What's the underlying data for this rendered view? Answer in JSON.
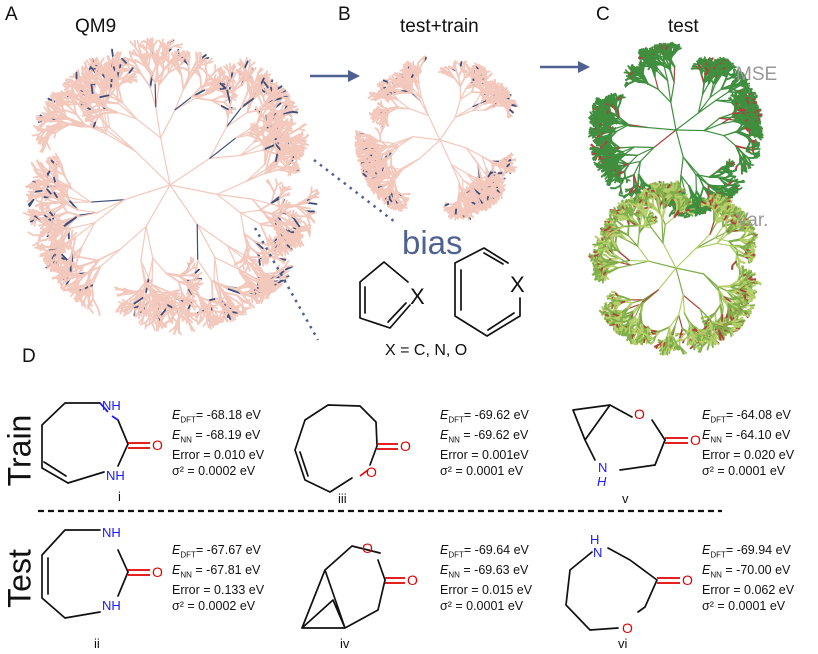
{
  "panels": {
    "a": {
      "letter": "A",
      "title": "QM9"
    },
    "b": {
      "letter": "B",
      "title": "test+train"
    },
    "c": {
      "letter": "C",
      "title": "test",
      "mse_label": "MSE",
      "var_label": "Var."
    },
    "d": {
      "letter": "D"
    }
  },
  "bias": {
    "label": "bias",
    "x_def": "X = C, N, O",
    "atom_x": "X"
  },
  "colors": {
    "tree_pink": "#f4c9bd",
    "tree_navy": "#3c4f7a",
    "arrow": "#4f6190",
    "bias_text": "#4f6190",
    "mse_green": "#3f8f3f",
    "var_green": "#b5cf6a",
    "error_red": "#b0413e",
    "nitrogen": "#1a1aff",
    "oxygen": "#e00000"
  },
  "rows": {
    "train": "Train",
    "test": "Test"
  },
  "atoms": {
    "nh": "NH",
    "n": "N",
    "h": "H",
    "o": "O"
  },
  "molecules": [
    {
      "id": "i",
      "edft": "= -68.18 eV",
      "enn": "= -68.19 eV",
      "error": "Error = 0.010 eV",
      "var": "= 0.0002 eV"
    },
    {
      "id": "iii",
      "edft": "= -69.62 eV",
      "enn": "= -69.62 eV",
      "error": "Error = 0.001eV",
      "var": "= 0.0001 eV"
    },
    {
      "id": "v",
      "edft": "= -64.08 eV",
      "enn": "= -64.10 eV",
      "error": "Error = 0.020 eV",
      "var": "= 0.0001 eV"
    },
    {
      "id": "ii",
      "edft": "= -67.67 eV",
      "enn": "= -67.81 eV",
      "error": "Error = 0.133 eV",
      "var": "= 0.0002 eV"
    },
    {
      "id": "iv",
      "edft": "= -69.64 eV",
      "enn": "= -69.63 eV",
      "error": "Error = 0.015 eV",
      "var": "= 0.0001 eV"
    },
    {
      "id": "vi",
      "edft": "= -69.94 eV",
      "enn": "= -70.00 eV",
      "error": "Error = 0.062 eV",
      "var": "= 0.0001 eV"
    }
  ],
  "labels": {
    "e": "E",
    "dft": "DFT",
    "nn": "NN",
    "sigma2": "σ²"
  }
}
